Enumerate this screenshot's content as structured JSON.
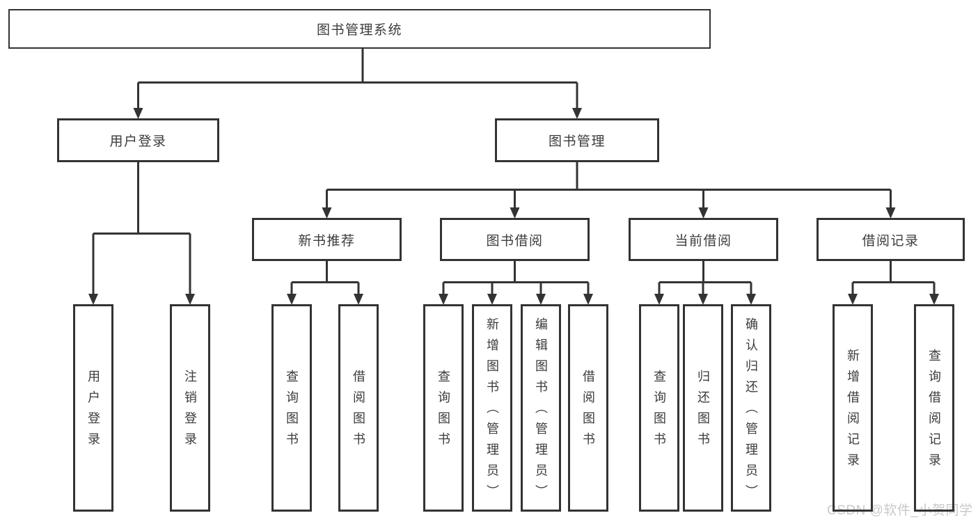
{
  "diagram": {
    "title": "图书管理系统",
    "level2": [
      {
        "label": "用户登录"
      },
      {
        "label": "图书管理"
      }
    ],
    "level3": [
      {
        "label": "新书推荐"
      },
      {
        "label": "图书借阅"
      },
      {
        "label": "当前借阅"
      },
      {
        "label": "借阅记录"
      }
    ],
    "leaves": {
      "userLogin": [
        "用户登录",
        "注销登录"
      ],
      "newBookRec": [
        "查询图书",
        "借阅图书"
      ],
      "bookBorrow": [
        "查询图书",
        "新增图书（管理员）",
        "编辑图书（管理员）",
        "借阅图书"
      ],
      "currentBorrow": [
        "查询图书",
        "归还图书",
        "确认归还（管理员）"
      ],
      "borrowRecord": [
        "新增借阅记录",
        "查询借阅记录"
      ]
    }
  },
  "watermark": "CSDN @软件_小贺同学",
  "colors": {
    "line": "#333333",
    "text": "#3b3b3b",
    "watermark": "#c9c9c9",
    "background": "#ffffff"
  }
}
